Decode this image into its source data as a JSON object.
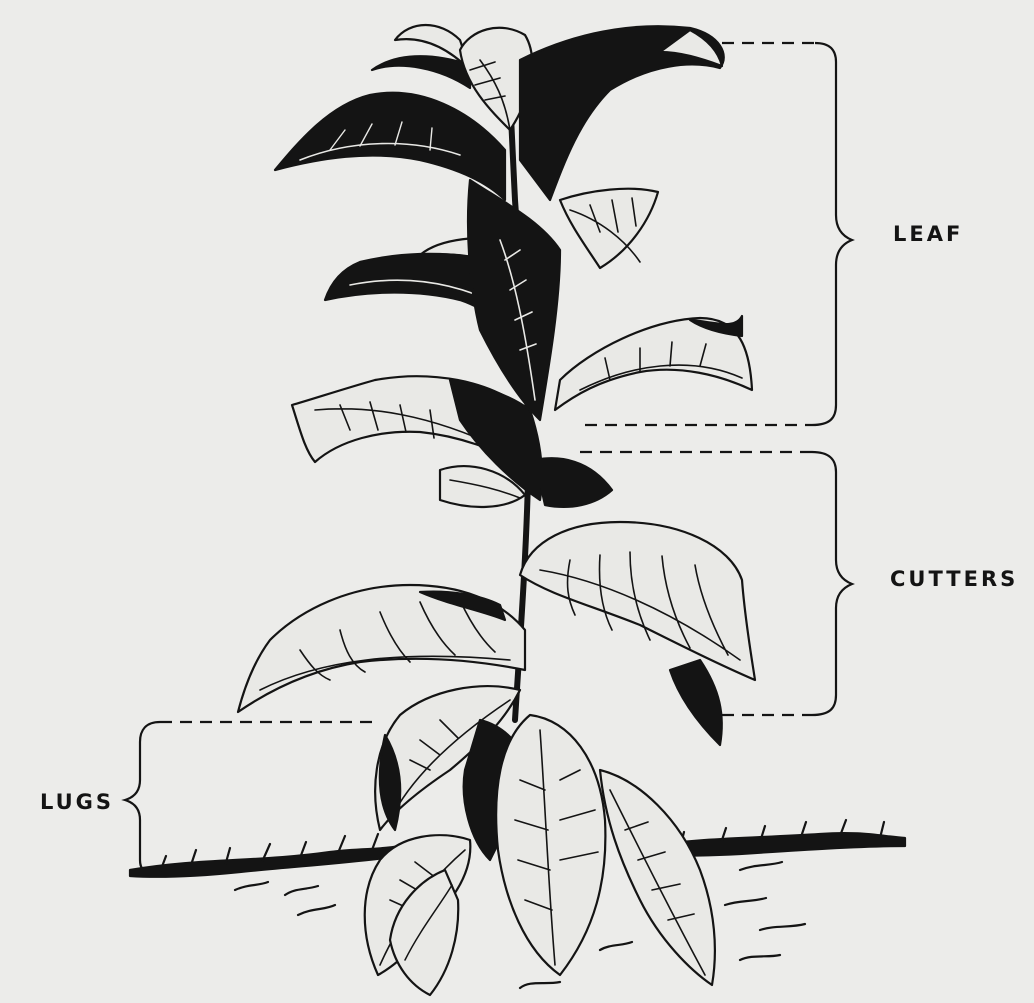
{
  "labels": {
    "leaf": "LEAF",
    "cutters": "CUTTERS",
    "lugs": "LUGS"
  },
  "colors": {
    "background": "#ececea",
    "ink": "#141414",
    "leaf_light": "#e9e9e6"
  },
  "icons": [
    "tobacco-plant-illustration"
  ]
}
